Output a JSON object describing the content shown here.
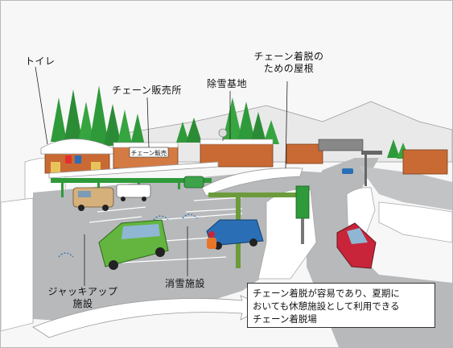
{
  "labels": {
    "toilet": "トイレ",
    "chain_shop": "チェーン販売所",
    "snow_base": "除雪基地",
    "chain_roof_line1": "チェーン着脱の",
    "chain_roof_line2": "ための屋根",
    "jack_line1": "ジャッキアップ",
    "jack_line2": "施設",
    "snow_melt": "消雪施設"
  },
  "signs": {
    "shop_sign": "チェーン販売"
  },
  "note": {
    "line1": "チェーン着脱が容易であり、夏期に",
    "line2": "おいても休憩施設として利用できる",
    "line3": "チェーン着脱場"
  },
  "colors": {
    "snow": "#ffffff",
    "asphalt": "#b7b9bb",
    "forest": "#2f9a3a",
    "building": "#c96a34",
    "car_green": "#63b53f",
    "car_red": "#c8253a",
    "car_blue": "#2a6fb6"
  }
}
